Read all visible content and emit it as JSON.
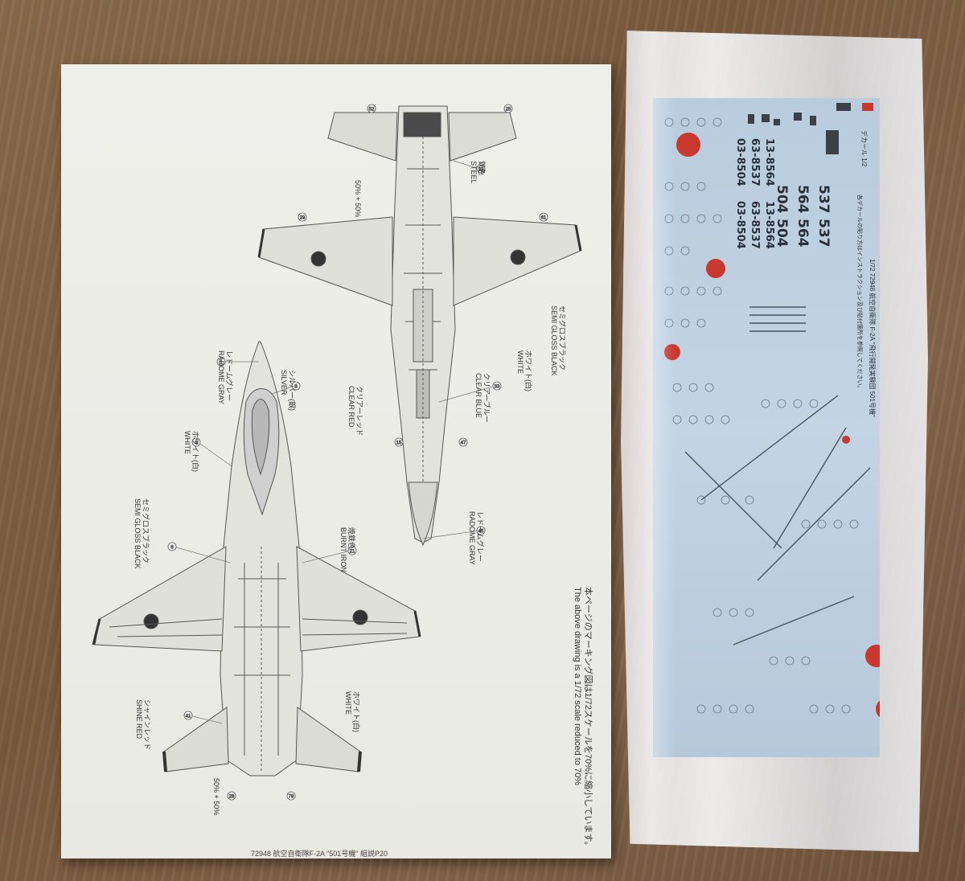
{
  "sheet": {
    "labels": {
      "radome_gray_top_jp": "レドームグレー",
      "radome_gray_top_en": "RADOME GRAY",
      "silver_jp": "シルバー(銀)",
      "silver_en": "SILVER",
      "white_mid_jp": "ホワイト(白)",
      "white_mid_en": "WHITE",
      "semi_gloss_left_jp": "セミグロスブラック",
      "semi_gloss_left_en": "SEMI GLOSS BLACK",
      "burnt_iron_jp": "焼鉄色",
      "burnt_iron_en": "BURNT IRON",
      "white_low_jp": "ホワイト(白)",
      "white_low_en": "WHITE",
      "shine_red_jp": "シャインレッド",
      "shine_red_en": "SHINE RED",
      "steel_jp": "鉄色",
      "steel_en": "STEEL",
      "semi_gloss_right_jp": "セミグロスブラック",
      "semi_gloss_right_en": "SEMI GLOSS BLACK",
      "white_right_jp": "ホワイト(白)",
      "white_right_en": "WHITE",
      "clear_blue_jp": "クリアーブルー",
      "clear_blue_en": "CLEAR BLUE",
      "clear_red_jp": "クリアーレッド",
      "clear_red_en": "CLEAR RED",
      "radome_gray_bottom_jp": "レドームグレー",
      "radome_gray_bottom_en": "RADOME GRAY",
      "mix_pct_a": "50%",
      "mix_pct_b": "50%",
      "mix_pct_c": "50%",
      "mix_pct_d": "50%"
    },
    "callouts": [
      "1",
      "8",
      "8",
      "8",
      "21",
      "41",
      "45",
      "32",
      "33",
      "52",
      "25",
      "29",
      "61",
      "15",
      "47",
      "28",
      "79"
    ],
    "caption_jp": "本ページのマーキング図は1/72スケールを70%に縮小しています。",
    "caption_en": "The above drawing is a 1/72 scale reduced to 70%",
    "footer": "72948  航空自衛隊F-2A \"501号機\" 組説P20"
  },
  "decal_sheet": {
    "title": "1/72 72948 航空自衛隊 F-2A \"飛行開発実験団 501号機\"",
    "decal_label": "デカール 1/2",
    "serial_codes": [
      "03-8504",
      "03-8504",
      "63-8537",
      "63-8537",
      "13-8564",
      "13-8564"
    ],
    "tail_numbers": [
      "504",
      "504",
      "564",
      "564",
      "537",
      "537"
    ],
    "instructions_jp": "各デカールの貼り方はインストラクション及び貼付箇所を参照してください。"
  },
  "colors": {
    "hinomaru": "#c8382e",
    "decal_blue": "#bdd0e0",
    "paper": "#eceee8",
    "floor": "#7d5e42"
  }
}
